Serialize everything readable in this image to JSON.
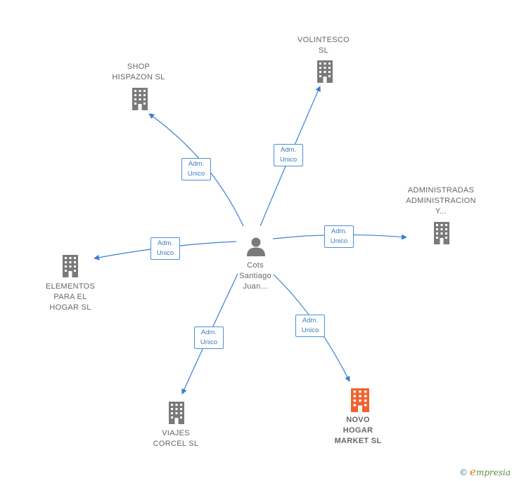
{
  "center": {
    "name_lines": [
      "Cots",
      "Santiago",
      "Juan..."
    ],
    "icon": "person-icon"
  },
  "companies": [
    {
      "id": "volintesco",
      "lines": [
        "VOLINTESCO",
        "SL"
      ],
      "highlight": false
    },
    {
      "id": "shop-hispazon",
      "lines": [
        "SHOP",
        "HISPAZON SL"
      ],
      "highlight": false
    },
    {
      "id": "administradas",
      "lines": [
        "ADMINISTRADAS",
        "ADMINISTRACION",
        "Y..."
      ],
      "highlight": false
    },
    {
      "id": "elementos",
      "lines": [
        "ELEMENTOS",
        "PARA EL",
        "HOGAR SL"
      ],
      "highlight": false
    },
    {
      "id": "viajes-corcel",
      "lines": [
        "VIAJES",
        "CORCEL SL"
      ],
      "highlight": false
    },
    {
      "id": "novo-hogar",
      "lines": [
        "NOVO",
        "HOGAR",
        "MARKET SL"
      ],
      "highlight": true
    }
  ],
  "edges": [
    {
      "to": "volintesco",
      "lines": [
        "Adm.",
        "Unico"
      ]
    },
    {
      "to": "shop-hispazon",
      "lines": [
        "Adm.",
        "Unico"
      ]
    },
    {
      "to": "administradas",
      "lines": [
        "Adm.",
        "Unico"
      ]
    },
    {
      "to": "elementos",
      "lines": [
        "Adm.",
        "Unico"
      ]
    },
    {
      "to": "viajes-corcel",
      "lines": [
        "Adm.",
        "Unico"
      ]
    },
    {
      "to": "novo-hogar",
      "lines": [
        "Adm.",
        "Unico"
      ]
    }
  ],
  "colors": {
    "edge": "#3a7fd5",
    "building": "#7a7a7a",
    "building_highlight": "#f0622e",
    "person": "#7a7a7a"
  },
  "footer": {
    "copyright_symbol": "©",
    "brand_initial": "e",
    "brand_rest": "mpresia"
  }
}
